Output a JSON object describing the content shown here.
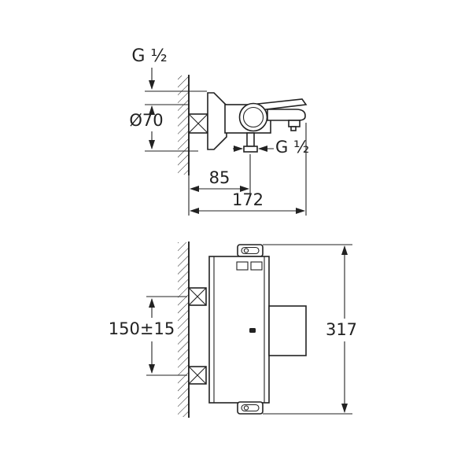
{
  "page": {
    "background": "#ffffff",
    "line_color": "#222222"
  },
  "drawing": {
    "kind": "technical-dimension-drawing",
    "side_view": {
      "thread_label_top": "G ¹⁄₂",
      "escutcheon_diameter_label": "Ø70",
      "outlet_thread_label": "G ¹⁄₂",
      "outlet_offset_label": "85",
      "projection_label": "172"
    },
    "front_view": {
      "inlet_distance_label": "150±15",
      "height_label": "317"
    }
  }
}
